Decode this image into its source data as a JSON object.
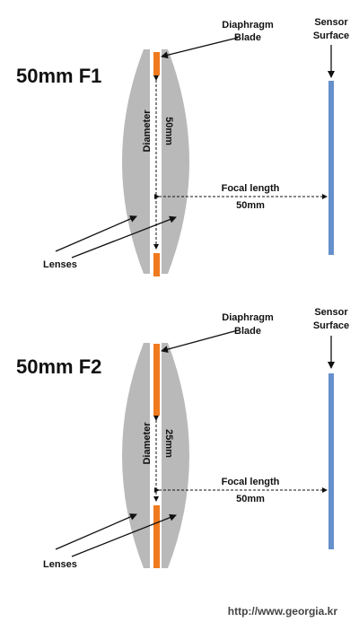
{
  "colors": {
    "lens": "#b9b9b9",
    "blade": "#f07a1e",
    "sensor": "#6690cc",
    "line": "#111111"
  },
  "panels": [
    {
      "title": "50mm F1",
      "diaphragm_label": [
        "Diaphragm",
        "Blade"
      ],
      "sensor_label": [
        "Sensor",
        "Surface"
      ],
      "diameter_label": [
        "Diameter",
        "50mm"
      ],
      "focal_label": [
        "Focal length",
        "50mm"
      ],
      "lenses_label": "Lenses"
    },
    {
      "title": "50mm F2",
      "diaphragm_label": [
        "Diaphragm",
        "Blade"
      ],
      "sensor_label": [
        "Sensor",
        "Surface"
      ],
      "diameter_label": [
        "Diameter",
        "25mm"
      ],
      "focal_label": [
        "Focal length",
        "50mm"
      ],
      "lenses_label": "Lenses"
    }
  ],
  "credit": "http://www.georgia.kr"
}
